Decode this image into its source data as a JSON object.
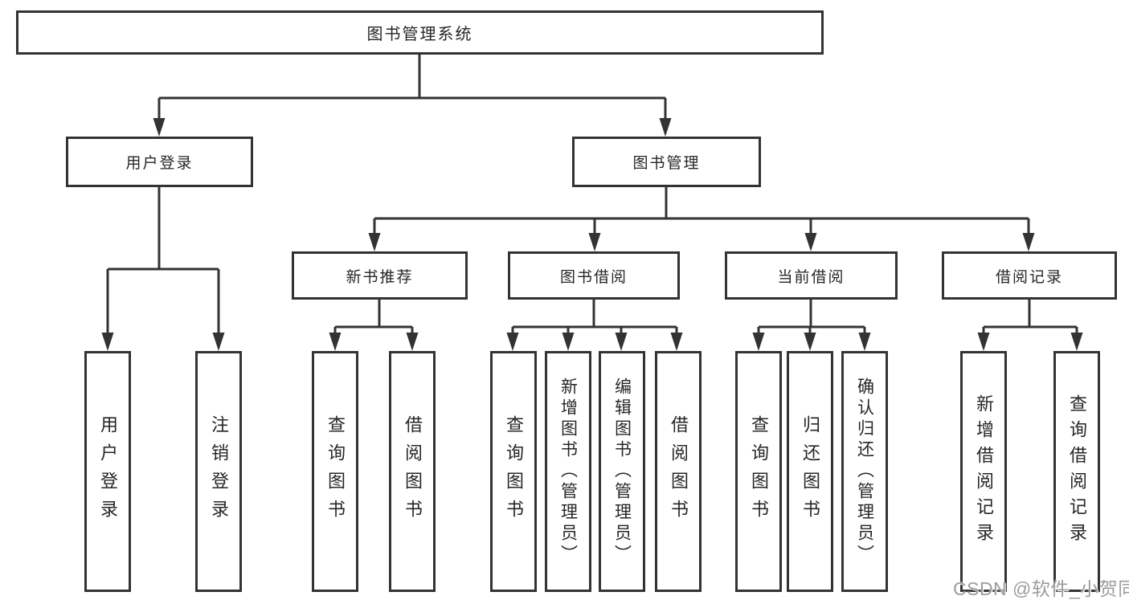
{
  "diagram": {
    "root": {
      "label": "图书管理系统"
    },
    "login": {
      "label": "用户登录"
    },
    "mgmt": {
      "label": "图书管理"
    },
    "newbook": {
      "label": "新书推荐"
    },
    "borrow": {
      "label": "图书借阅"
    },
    "current": {
      "label": "当前借阅"
    },
    "records": {
      "label": "借阅记录"
    },
    "leaves": {
      "user_login": "用户登录",
      "logout": "注销登录",
      "nb_query": "查询图书",
      "nb_borrow": "借阅图书",
      "bw_query": "查询图书",
      "bw_add": "新增图书（管理员）",
      "bw_edit": "编辑图书（管理员）",
      "bw_borrow": "借阅图书",
      "cur_query": "查询图书",
      "cur_return": "归还图书",
      "cur_confirm": "确认归还（管理员）",
      "rec_add": "新增借阅记录",
      "rec_query": "查询借阅记录"
    }
  },
  "watermark": {
    "text": "CSDN @软件_小贺同学"
  },
  "colors": {
    "line": "#333333",
    "text": "#262626",
    "watermark": "#9c9c9c"
  }
}
